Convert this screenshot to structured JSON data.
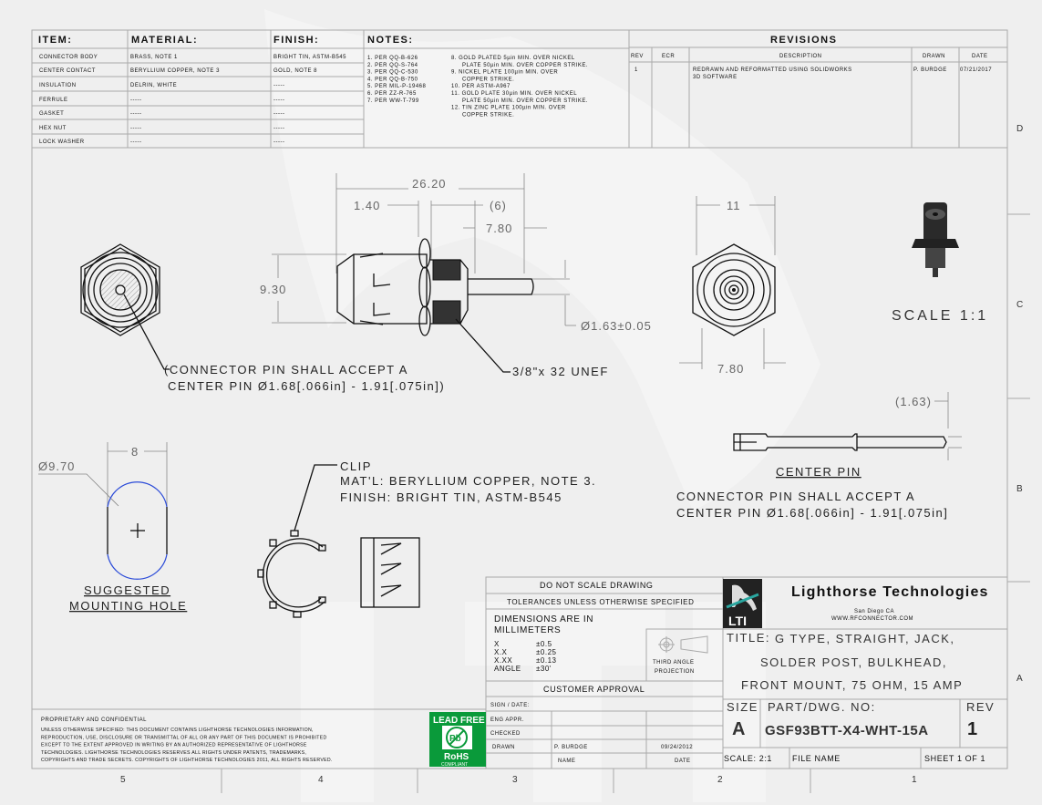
{
  "bom": {
    "headers": {
      "item": "ITEM:",
      "material": "MATERIAL:",
      "finish": "FINISH:",
      "notes": "NOTES:"
    },
    "rows": [
      {
        "item": "CONNECTOR BODY",
        "material": "BRASS, NOTE 1",
        "finish": "BRIGHT TIN, ASTM-B545"
      },
      {
        "item": "CENTER CONTACT",
        "material": "BERYLLIUM COPPER, NOTE 3",
        "finish": "GOLD, NOTE 8"
      },
      {
        "item": "INSULATION",
        "material": "DELRIN, WHITE",
        "finish": "-----"
      },
      {
        "item": "FERRULE",
        "material": "-----",
        "finish": "-----"
      },
      {
        "item": "GASKET",
        "material": "-----",
        "finish": "-----"
      },
      {
        "item": "HEX NUT",
        "material": "-----",
        "finish": "-----"
      },
      {
        "item": "LOCK WASHER",
        "material": "-----",
        "finish": "-----"
      }
    ],
    "notes_left": [
      "1. PER QQ-B-626",
      "2. PER QQ-S-764",
      "3. PER QQ-C-530",
      "4. PER QQ-B-750",
      "5. PER MIL-P-19468",
      "6. PER ZZ-R-765",
      "7. PER WW-T-799"
    ],
    "notes_right": [
      "8. GOLD PLATED 5µin MIN. OVER NICKEL",
      "PLATE 50µin MIN. OVER COPPER STRIKE.",
      "9. NICKEL PLATE 100µin MIN. OVER",
      "COPPER STRIKE.",
      "10. PER ASTM-A967",
      "11. GOLD PLATE 30µin MIN. OVER NICKEL",
      "PLATE 50µin MIN. OVER COPPER STRIKE.",
      "12. TIN ZINC PLATE 100µin MIN. OVER",
      "COPPER STRIKE."
    ]
  },
  "revisions": {
    "title": "REVISIONS",
    "headers": {
      "rev": "REV",
      "ecr": "ECR",
      "description": "DESCRIPTION",
      "drawn": "DRAWN",
      "date": "DATE"
    },
    "rows": [
      {
        "rev": "1",
        "ecr": "",
        "description_1": "REDRAWN AND REFORMATTED USING SOLIDWORKS",
        "description_2": "3D SOFTWARE",
        "drawn": "P. BURDGE",
        "date": "07/21/2017"
      }
    ]
  },
  "dimensions": {
    "overall_length": "26.20",
    "flange": "1.40",
    "thread_ref": "(6)",
    "pin_length": "7.80",
    "height": "9.30",
    "pin_diameter": "Ø1.63±0.05",
    "thread": "3/8\"x 32 UNEF",
    "hex_width": "11",
    "hex_depth": "7.80",
    "center_pin_ref": "(1.63)",
    "hole_width": "8",
    "hole_diameter": "Ø9.70"
  },
  "annotations": {
    "pin_note_1": "(CONNECTOR PIN SHALL ACCEPT A",
    "pin_note_2": "CENTER PIN  Ø1.68[.066in] - 1.91[.075in])",
    "scale_view": "SCALE 1:1",
    "center_pin_label": "CENTER PIN",
    "center_pin_note_1": "CONNECTOR PIN SHALL ACCEPT A",
    "center_pin_note_2": "CENTER PIN  Ø1.68[.066in] - 1.91[.075in]",
    "mounting_hole_1": "SUGGESTED",
    "mounting_hole_2": "MOUNTING HOLE",
    "clip_1": "CLIP",
    "clip_2": "MAT'L: BERYLLIUM COPPER, NOTE 3.",
    "clip_3": "FINISH: BRIGHT TIN, ASTM-B545"
  },
  "tolerances": {
    "do_not_scale": "DO NOT SCALE DRAWING",
    "heading": "TOLERANCES UNLESS OTHERWISE SPECIFIED",
    "units_1": "DIMENSIONS ARE IN",
    "units_2": "MILLIMETERS",
    "rows": [
      {
        "label": "X",
        "value": "±0.5"
      },
      {
        "label": "X.X",
        "value": "±0.25"
      },
      {
        "label": "X.XX",
        "value": "±0.13"
      },
      {
        "label": "ANGLE",
        "value": "±30'"
      }
    ],
    "projection_1": "THIRD ANGLE",
    "projection_2": "PROJECTION"
  },
  "approval": {
    "title": "CUSTOMER APPROVAL",
    "sign_date": "SIGN / DATE:",
    "eng_appr": "ENG APPR.",
    "checked": "CHECKED",
    "drawn": "DRAWN",
    "drawn_name": "P. BURDGE",
    "drawn_date": "09/24/2012",
    "name_hdr": "NAME",
    "date_hdr": "DATE"
  },
  "company": {
    "logo_text": "LTI",
    "name": "Lighthorse Technologies",
    "location": "San Diego  CA",
    "website": "WWW.RFCONNECTOR.COM"
  },
  "title_block": {
    "title_label": "TITLE:",
    "title_1": "G TYPE, STRAIGHT, JACK,",
    "title_2": "SOLDER POST, BULKHEAD,",
    "title_3": "FRONT MOUNT, 75 OHM, 15 AMP",
    "size_label": "SIZE",
    "size": "A",
    "part_label": "PART/DWG. NO:",
    "part_no": "GSF93BTT-X4-WHT-15A",
    "rev_label": "REV",
    "rev": "1",
    "scale": "SCALE: 2:1",
    "file_name": "FILE NAME",
    "sheet": "SHEET 1 OF 1"
  },
  "proprietary": {
    "title": "PROPRIETARY AND CONFIDENTIAL",
    "lines": [
      "UNLESS OTHERWISE SPECIFIED: THIS DOCUMENT CONTAINS LIGHTHORSE TECHNOLOGIES INFORMATION,",
      "REPRODUCTION, USE, DISCLOSURE OR TRANSMITTAL OF ALL OR ANY PART OF THIS DOCUMENT IS PROHIBITED",
      "EXCEPT TO THE EXTENT APPROVED IN WRITING BY AN AUTHORIZED REPRESENTATIVE OF LIGHTHORSE",
      "TECHNOLOGIES. LIGHTHORSE TECHNOLOGIES RESERVES ALL RIGHTS UNDER PATENTS, TRADEMARKS,",
      "COPYRIGHTS AND TRADE SECRETS. COPYRIGHTS OF LIGHTHORSE TECHNOLOGIES 2011, ALL RIGHTS RESERVED."
    ]
  },
  "badge": {
    "top": "LEAD FREE",
    "symbol": "Pb",
    "bottom": "RoHS",
    "sub": "COMPLIANT",
    "color": "#0a9a3a"
  },
  "zones": {
    "columns": [
      "5",
      "4",
      "3",
      "2",
      "1"
    ],
    "rows": [
      "D",
      "C",
      "B",
      "A"
    ]
  },
  "colors": {
    "hole": "#2b4bd8",
    "line": "#aaaaaa"
  }
}
